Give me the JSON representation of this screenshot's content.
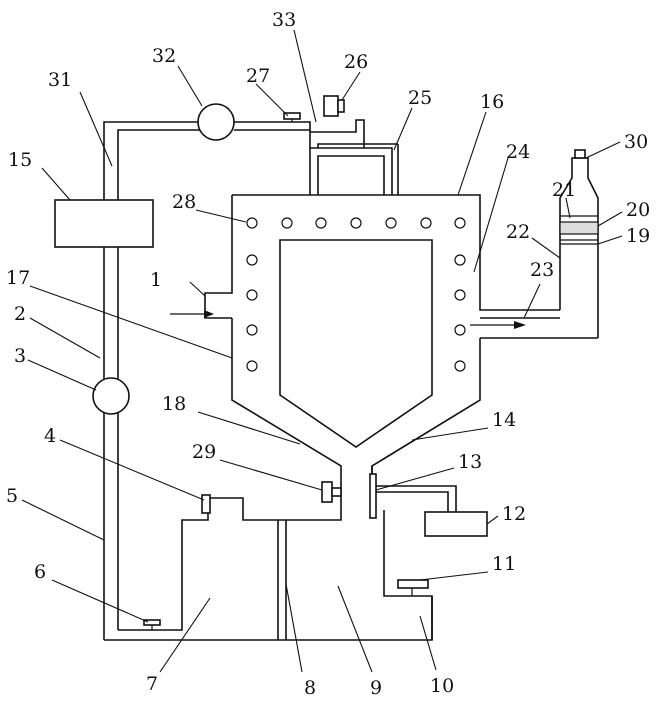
{
  "figure": {
    "stroke_color": "#111111",
    "background": "#ffffff"
  },
  "labels": {
    "n1": "1",
    "n2": "2",
    "n3": "3",
    "n4": "4",
    "n5": "5",
    "n6": "6",
    "n7": "7",
    "n8": "8",
    "n9": "9",
    "n10": "10",
    "n11": "11",
    "n12": "12",
    "n13": "13",
    "n14": "14",
    "n15": "15",
    "n16": "16",
    "n17": "17",
    "n18": "18",
    "n19": "19",
    "n20": "20",
    "n21": "21",
    "n22": "22",
    "n23": "23",
    "n24": "24",
    "n25": "25",
    "n26": "26",
    "n27": "27",
    "n28": "28",
    "n29": "29",
    "n30": "30",
    "n31": "31",
    "n32": "32",
    "n33": "33"
  }
}
